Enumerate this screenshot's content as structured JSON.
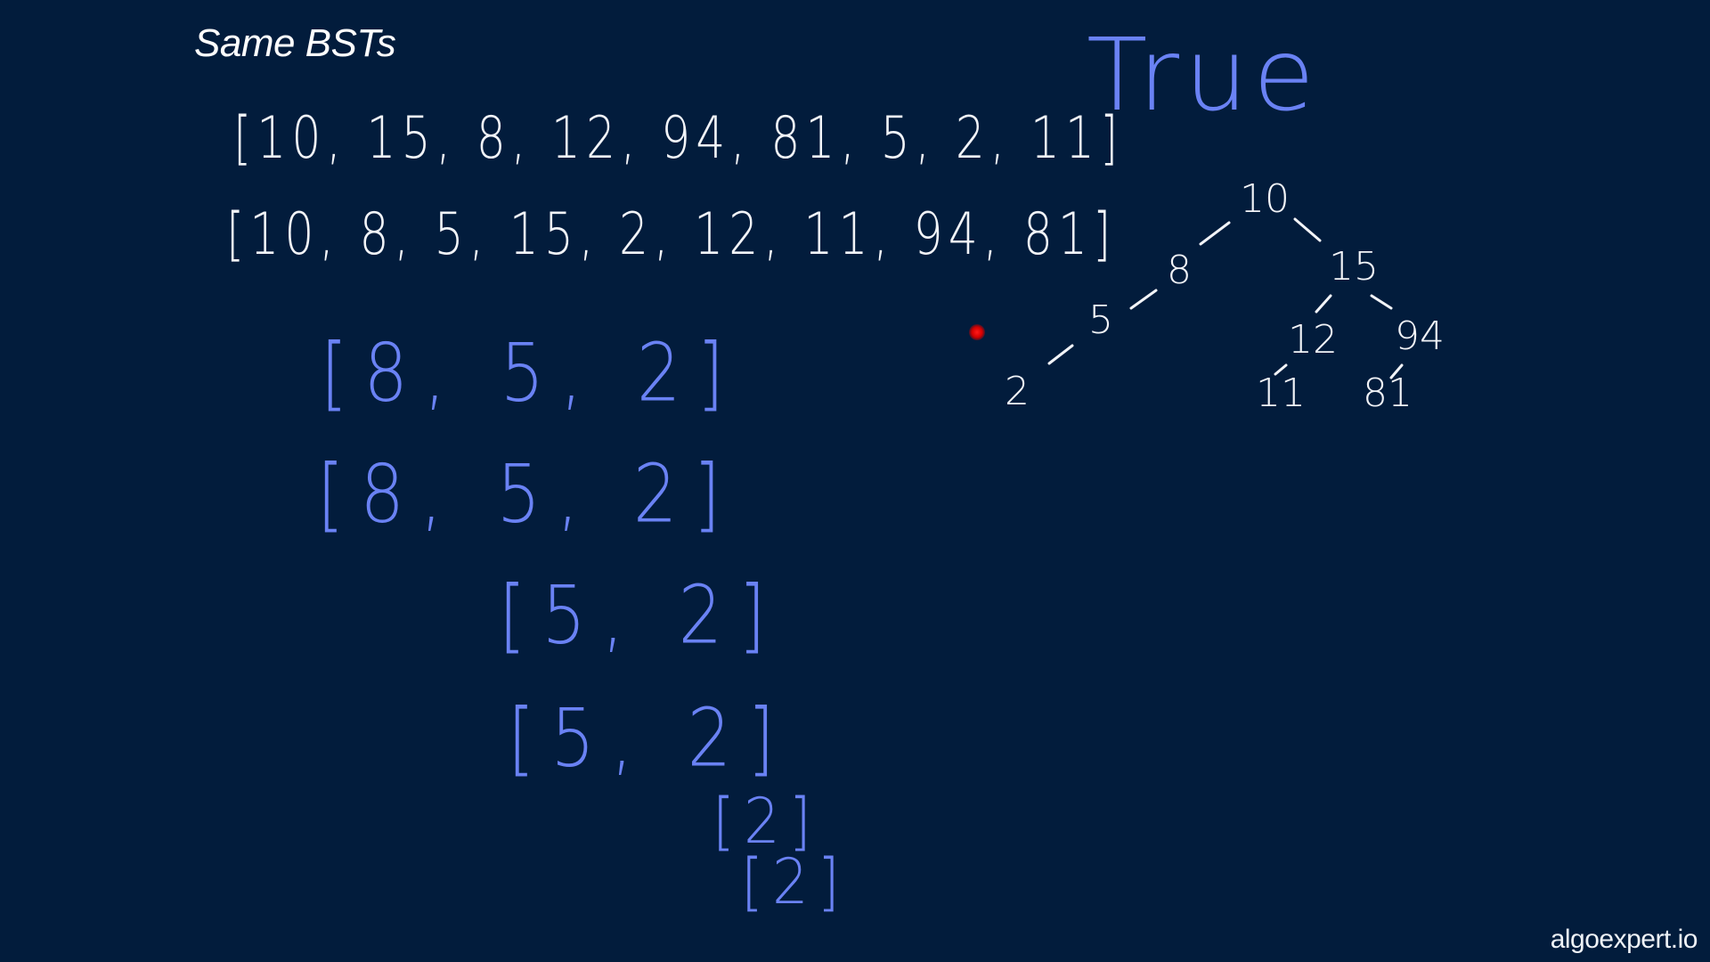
{
  "title": "Same BSTs",
  "result": "True",
  "watermark": "algoexpert.io",
  "arrays": {
    "array_one": "[10, 15, 8, 12, 94, 81, 5, 2, 11]",
    "array_two": "[10, 8, 5, 15, 2, 12, 11, 94, 81]"
  },
  "recursion_steps": [
    "[8, 5, 2]",
    "[8, 5, 2]",
    "[5, 2]",
    "[5, 2]",
    "[2]",
    "[2]"
  ],
  "tree": {
    "nodes": {
      "n10": "10",
      "n8": "8",
      "n15": "15",
      "n5": "5",
      "n2": "2",
      "n12": "12",
      "n94": "94",
      "n11": "11",
      "n81": "81"
    }
  },
  "colors": {
    "background": "#021c3c",
    "chalk_white": "#f2f4f8",
    "ink_blue": "#6a82f4",
    "laser_pointer": "#ff1a1a"
  }
}
